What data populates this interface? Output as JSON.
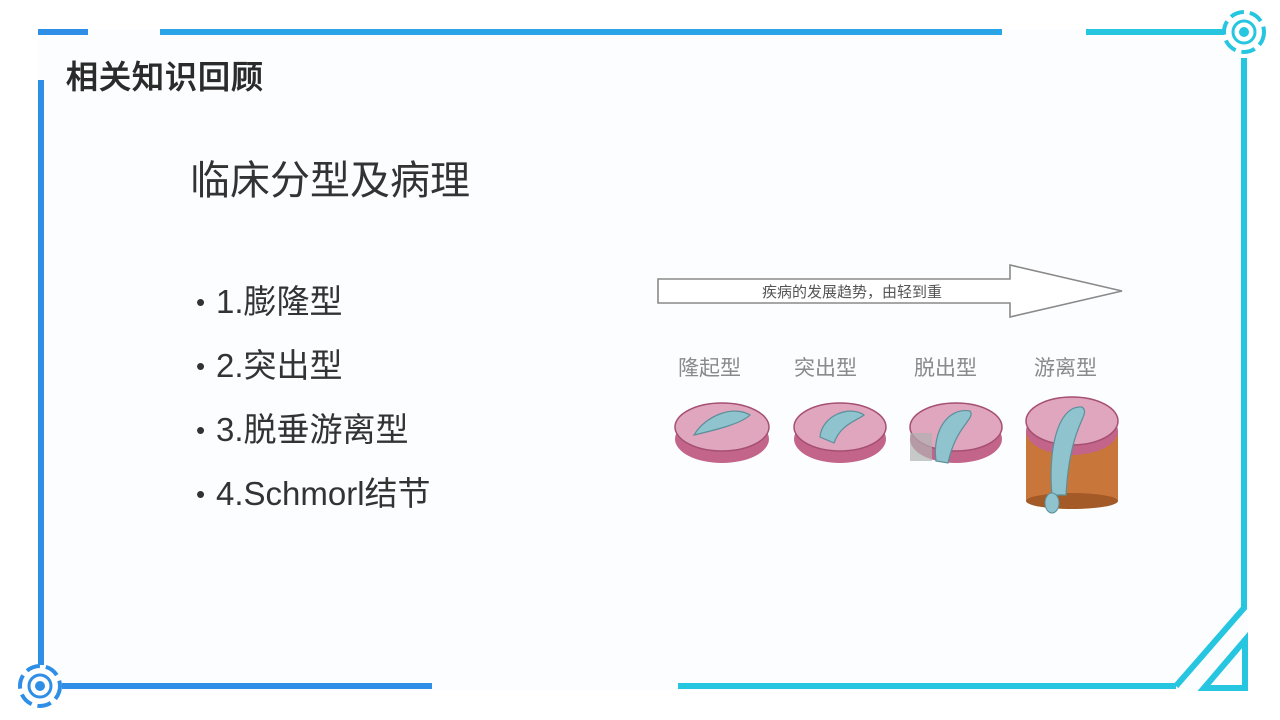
{
  "slide": {
    "heading": "相关知识回顾",
    "subtitle": "临床分型及病理",
    "bullets": [
      {
        "marker": "•",
        "text": "1.膨隆型"
      },
      {
        "marker": "•",
        "text": "2.突出型"
      },
      {
        "marker": "•",
        "text": "3.脱垂游离型"
      },
      {
        "marker": "•",
        "text": "4.Schmorl结节"
      }
    ]
  },
  "illustration": {
    "arrow_text": "疾病的发展趋势，由轻到重",
    "stages": [
      "隆起型",
      "突出型",
      "脱出型",
      "游离型"
    ]
  },
  "colors": {
    "frame_blue": "#2f8fe6",
    "frame_cyan": "#26c6e0",
    "disc_pink": "#d98aa7",
    "nucleus_blue": "#8fc4cf",
    "vertebra_orange": "#c8763a"
  },
  "icons": [
    "corner-target-icon",
    "corner-triangle-icon"
  ]
}
